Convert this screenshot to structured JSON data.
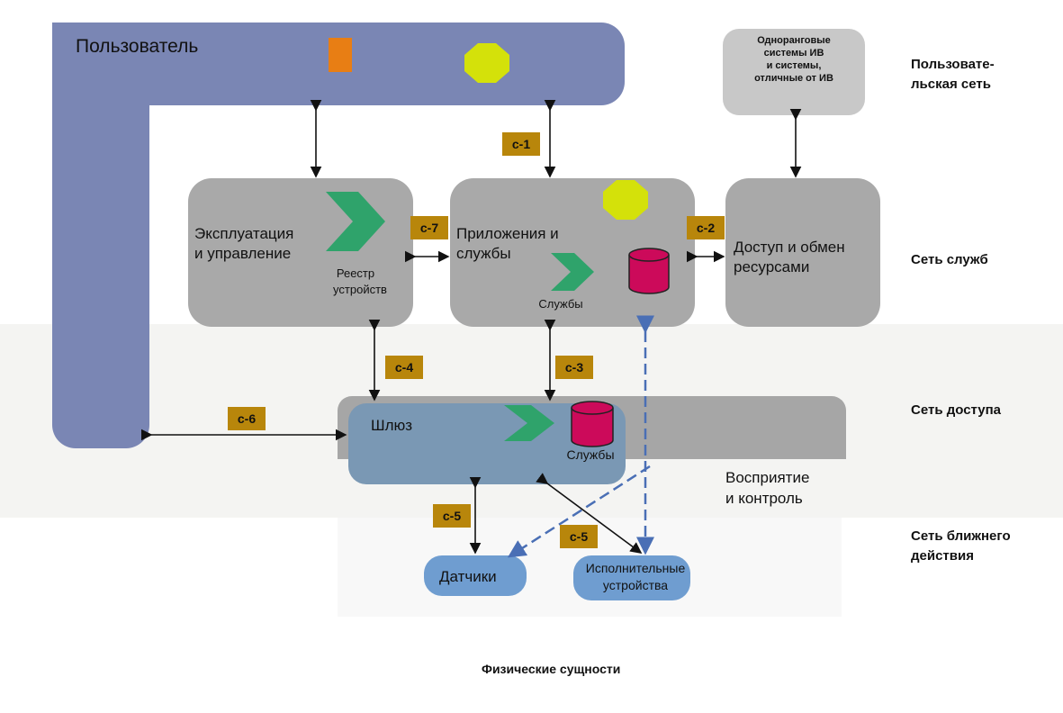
{
  "user": {
    "title": "Пользователь"
  },
  "peer_systems": {
    "line1": "Одноранговые",
    "line2": "системы ИВ",
    "line3": "и системы,",
    "line4": "отличные от ИВ"
  },
  "boxes": {
    "ops": {
      "line1": "Эксплуатация",
      "line2": "и управление",
      "registry1": "Реестр",
      "registry2": "устройств"
    },
    "apps": {
      "line1": "Приложения и",
      "line2": "службы",
      "services": "Службы"
    },
    "access": {
      "line1": "Доступ и обмен",
      "line2": "ресурсами"
    },
    "gateway": {
      "title": "Шлюз",
      "services": "Службы"
    },
    "perception": {
      "line1": "Восприятие",
      "line2": "и контроль"
    },
    "sensors": {
      "label": "Датчики"
    },
    "actuators": {
      "line1": "Исполнительные",
      "line2": "устройства"
    }
  },
  "tags": {
    "c1": "c-1",
    "c2": "c-2",
    "c3": "c-3",
    "c4": "c-4",
    "c5a": "c-5",
    "c5b": "c-5",
    "c6": "c-6",
    "c7": "c-7"
  },
  "layers": {
    "user_net1": "Пользовате-",
    "user_net2": "льская сеть",
    "service_net": "Сеть служб",
    "access_net": "Сеть доступа",
    "near_net1": "Сеть ближнего",
    "near_net2": "действия"
  },
  "footer": "Физические сущности",
  "colors": {
    "user": "#7a86b4",
    "grey": "#a9a9a9",
    "gateway": "#7a98b4",
    "tag": "#b8860b",
    "chevron": "#2fa36b",
    "db": "#cc0a5a",
    "yellow": "#d4e10a",
    "orange": "#e87e14",
    "dashed": "#4a6fb5"
  }
}
